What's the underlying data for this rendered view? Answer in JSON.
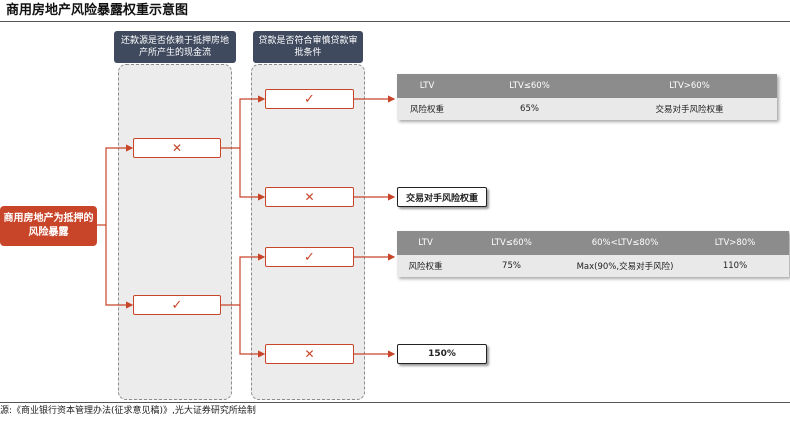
{
  "title": "商用房地产风险暴露权重示意图",
  "source": "源:《商业银行资本管理办法(征求意见稿)》,光大证券研究所绘制",
  "columns": {
    "first": "还款源是否依赖于抵押房地产所产生的现金流",
    "second": "贷款是否符合审慎贷款审批条件"
  },
  "root": "商用房地产为抵押的风险暴露",
  "marks": {
    "check": "✓",
    "cross": "✕"
  },
  "results": {
    "counterparty": "交易对手风险权重",
    "fixed": "150%"
  },
  "table1": {
    "headers": [
      "LTV",
      "LTV≤60%",
      "LTV>60%"
    ],
    "row": [
      "风险权重",
      "65%",
      "交易对手风险权重"
    ]
  },
  "table2": {
    "headers": [
      "LTV",
      "LTV≤60%",
      "60%<LTV≤80%",
      "LTV>80%"
    ],
    "row": [
      "风险权重",
      "75%",
      "Max(90%,交易对手风险)",
      "110%"
    ]
  },
  "colors": {
    "accent": "#c8452a",
    "header": "#3f4a5e",
    "table_header": "#8c8c8c",
    "table_cell": "#e9e9e9"
  }
}
